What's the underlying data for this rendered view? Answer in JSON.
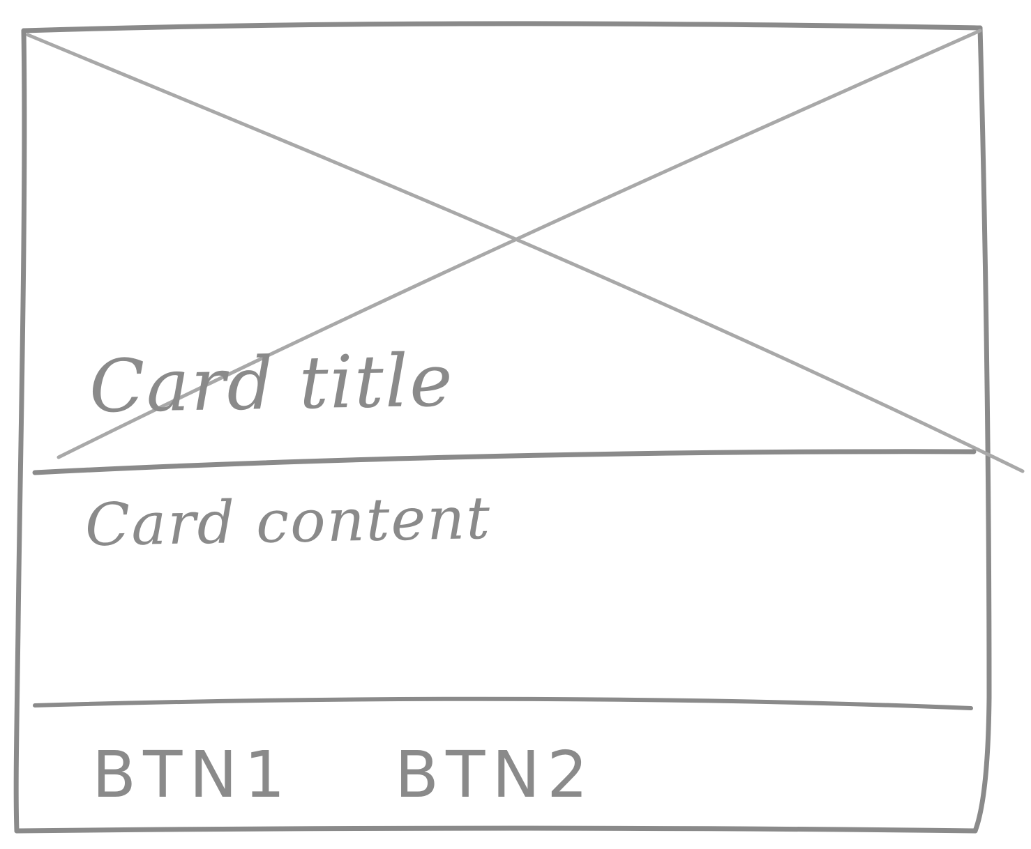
{
  "card": {
    "title": "Card title",
    "content": "Card content",
    "buttons": [
      "BTN1",
      "BTN2"
    ]
  },
  "colors": {
    "pencil": "#8a8a8a",
    "pencil_light": "#a8a8a8",
    "paper": "#ffffff"
  },
  "icons": {
    "media": "image-placeholder-icon"
  }
}
